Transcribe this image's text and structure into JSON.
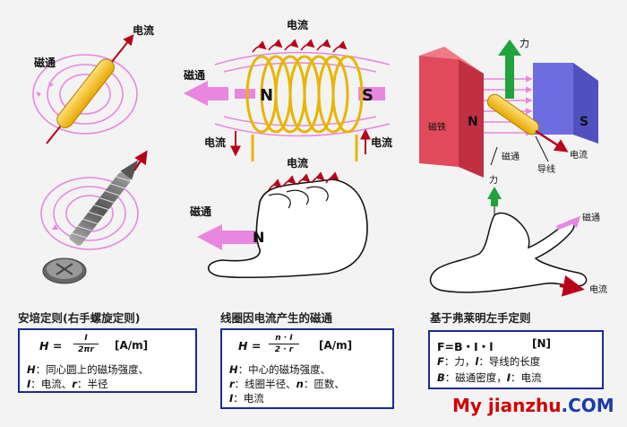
{
  "labels": {
    "current": "电流",
    "magflux": "磁通",
    "n_pole": "N",
    "s_pole": "S",
    "force": "力",
    "magnet": "磁铁",
    "wire": "导线"
  },
  "panels": [
    {
      "title": "安培定则(右手螺旋定则)",
      "eq_lhs": "H =",
      "frac_num": "I",
      "frac_den": "2πr",
      "unit": "[A/m]",
      "line1_sym": "H",
      "line1_text": "：同心圆上的磁场强度、",
      "line2_sym1": "I",
      "line2_text1": "：电流、",
      "line2_sym2": "r",
      "line2_text2": "：半径"
    },
    {
      "title": "线圈因电流产生的磁通",
      "eq_lhs": "H =",
      "frac_num": "n · I",
      "frac_den": "2 · r",
      "unit": "[A/m]",
      "line1_sym": "H",
      "line1_text": "：中心的磁场强度、",
      "line2_sym1": "r",
      "line2_text1": "：线圈半径、",
      "line2_sym2": "n",
      "line2_text2": "：匝数、",
      "line3_sym": "I",
      "line3_text": "：电流"
    },
    {
      "title": "基于弗莱明左手定则",
      "eq": "F=B・I・l",
      "unit": "[N]",
      "line1_sym1": "F",
      "line1_text1": "：力，",
      "line1_sym2": "l",
      "line1_text2": "：导线的长度",
      "line2_sym1": "B",
      "line2_text1": "：磁通密度，",
      "line2_sym2": "I",
      "line2_text2": "：电流"
    }
  ],
  "watermark": {
    "brand": "My jianzhu",
    "dotcom": ".COM"
  },
  "colors": {
    "flux": "#e986e0",
    "wire": "#f5c400",
    "arrow_red": "#b8001a",
    "force_green": "#1fa33a",
    "magnet_n": "#e04a5a",
    "magnet_s": "#6d6de0",
    "box_border": "#1a2c8f"
  }
}
